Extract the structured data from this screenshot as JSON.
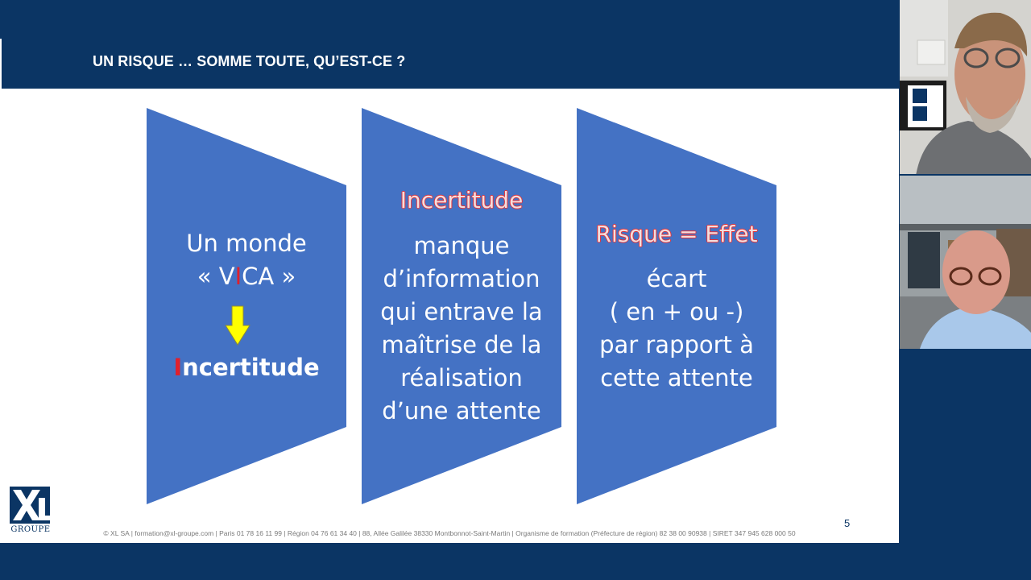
{
  "slide": {
    "title": "UN RISQUE … SOMME TOUTE, QU’EST-CE ?",
    "panel1": {
      "line1": "Un monde",
      "line2_pre": "« V",
      "line2_red": "I",
      "line2_post": "CA »",
      "result_red": "I",
      "result_rest": "ncertitude"
    },
    "panel2": {
      "heading": "Incertitude",
      "lines": [
        "manque",
        "d’information",
        "qui entrave la",
        "maîtrise de la",
        "réalisation",
        "d’une attente"
      ]
    },
    "panel3": {
      "heading": "Risque = Effet",
      "lines": [
        "écart",
        "( en + ou -)",
        "par rapport à",
        "cette attente"
      ]
    },
    "footer": "© XL SA | formation@xl-groupe.com | Paris 01 78 16 11 99 | Région 04 76 61 34 40 | 88, Allée Galilée 38330 Montbonnot-Saint-Martin | Organisme de formation (Préfecture de région) 82 38 00 90938 | SIRET 347 945 628 000 50",
    "page_number": "5",
    "logo_text": "GROUPE"
  },
  "colors": {
    "navy": "#0b3564",
    "panel_blue": "#4472c4",
    "arrow_yellow": "#ffff00",
    "red_accent": "#e0202c"
  },
  "icons": {
    "arrow": "down-arrow-icon",
    "logo": "xl-logo-icon"
  },
  "participants": [
    {
      "name": "participant-1"
    },
    {
      "name": "participant-2"
    }
  ]
}
